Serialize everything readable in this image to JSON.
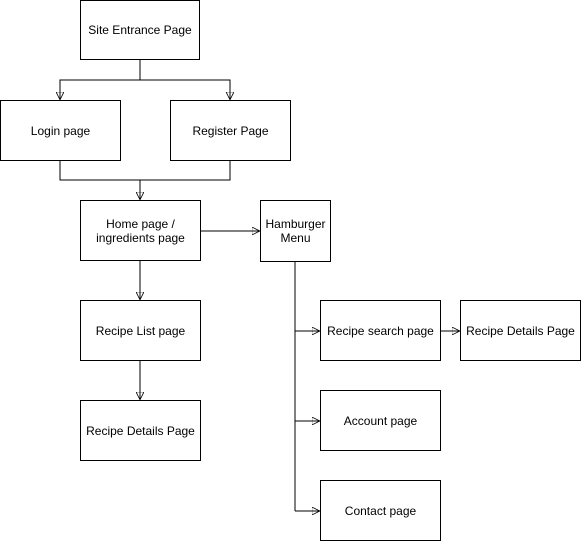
{
  "diagram": {
    "nodes": {
      "site_entrance": "Site Entrance Page",
      "login": "Login page",
      "register": "Register Page",
      "home": "Home page / ingredients page",
      "hamburger": "Hamburger Menu",
      "recipe_list": "Recipe List page",
      "recipe_details_left": "Recipe Details Page",
      "recipe_search": "Recipe search page",
      "recipe_details_right": "Recipe Details Page",
      "account": "Account page",
      "contact": "Contact page"
    },
    "edges": [
      {
        "from": "site_entrance",
        "to": "login"
      },
      {
        "from": "site_entrance",
        "to": "register"
      },
      {
        "from": "login",
        "to": "home"
      },
      {
        "from": "register",
        "to": "home"
      },
      {
        "from": "home",
        "to": "hamburger"
      },
      {
        "from": "home",
        "to": "recipe_list"
      },
      {
        "from": "recipe_list",
        "to": "recipe_details_left"
      },
      {
        "from": "hamburger",
        "to": "recipe_search"
      },
      {
        "from": "hamburger",
        "to": "account"
      },
      {
        "from": "hamburger",
        "to": "contact"
      },
      {
        "from": "recipe_search",
        "to": "recipe_details_right"
      }
    ],
    "colors": {
      "stroke": "#000000",
      "fill": "#ffffff",
      "text": "#000000"
    }
  }
}
